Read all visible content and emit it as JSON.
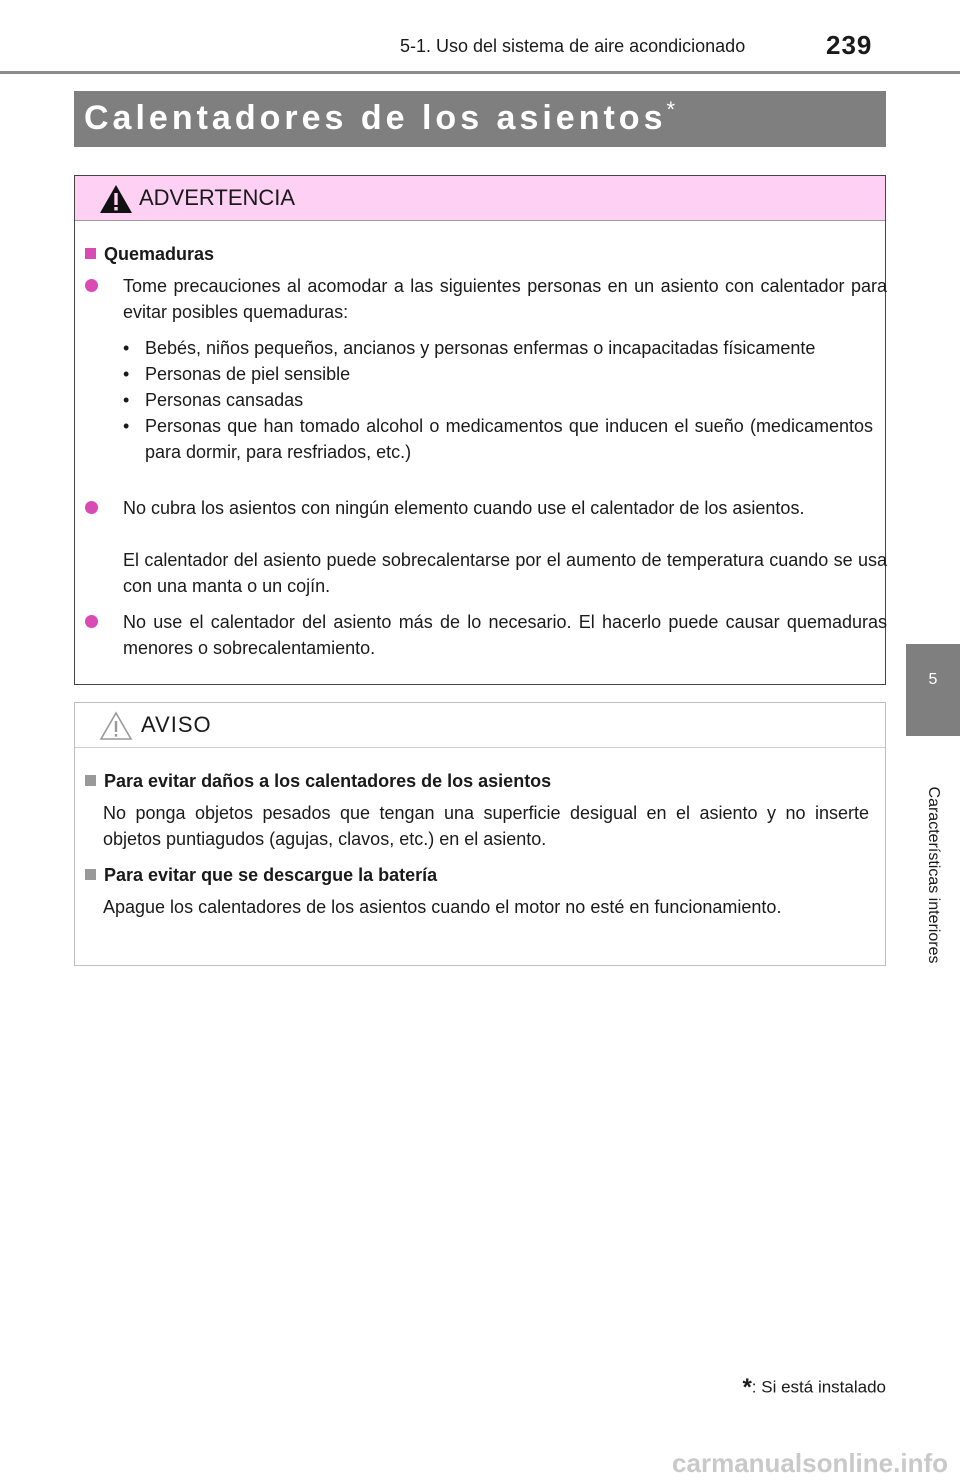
{
  "header": {
    "section_ref": "5-1. Uso del sistema de aire acondicionado",
    "page_number": "239"
  },
  "side_tab": {
    "chapter_number": "5",
    "chapter_label": "Características interiores"
  },
  "title": {
    "text": "Calentadores de los asientos",
    "star": "*"
  },
  "warning": {
    "label": "ADVERTENCIA",
    "heading": "Quemaduras",
    "bullets": [
      {
        "text": "Tome precauciones al acomodar a las siguientes personas en un asiento con calentador para evitar posibles quemaduras:",
        "sub_items": [
          "Bebés, niños pequeños, ancianos y personas enfermas o incapacitadas físicamente",
          "Personas de piel sensible",
          "Personas cansadas",
          "Personas que han tomado alcohol o medicamentos que inducen el sueño (medicamentos para dormir, para resfriados, etc.)"
        ]
      },
      {
        "text": "No cubra los asientos con ningún elemento cuando use el calentador de los asientos.",
        "extra": "El calentador del asiento puede sobrecalentarse por el aumento de temperatura cuando se usa con una manta o un cojín."
      },
      {
        "text": "No use el calentador del asiento más de lo necesario. El hacerlo puede causar quemaduras menores o sobrecalentamiento."
      }
    ]
  },
  "notice": {
    "label": "AVISO",
    "sections": [
      {
        "heading": "Para evitar daños a los calentadores de los asientos",
        "text": "No ponga objetos pesados que tengan una superficie desigual en el asiento y no inserte objetos puntiagudos (agujas, clavos, etc.) en el asiento."
      },
      {
        "heading": "Para evitar que se descargue la batería",
        "text": "Apague los calentadores de los asientos cuando el motor no esté en funcionamiento."
      }
    ]
  },
  "footnote": {
    "star": "*",
    "text": ": Si está instalado"
  },
  "watermark": "carmanualsonline.info",
  "colors": {
    "bar_grey": "#7f7f7f",
    "warning_head_bg": "#fdd0f4",
    "warning_accent": "#d94ab4",
    "notice_accent": "#999999"
  }
}
